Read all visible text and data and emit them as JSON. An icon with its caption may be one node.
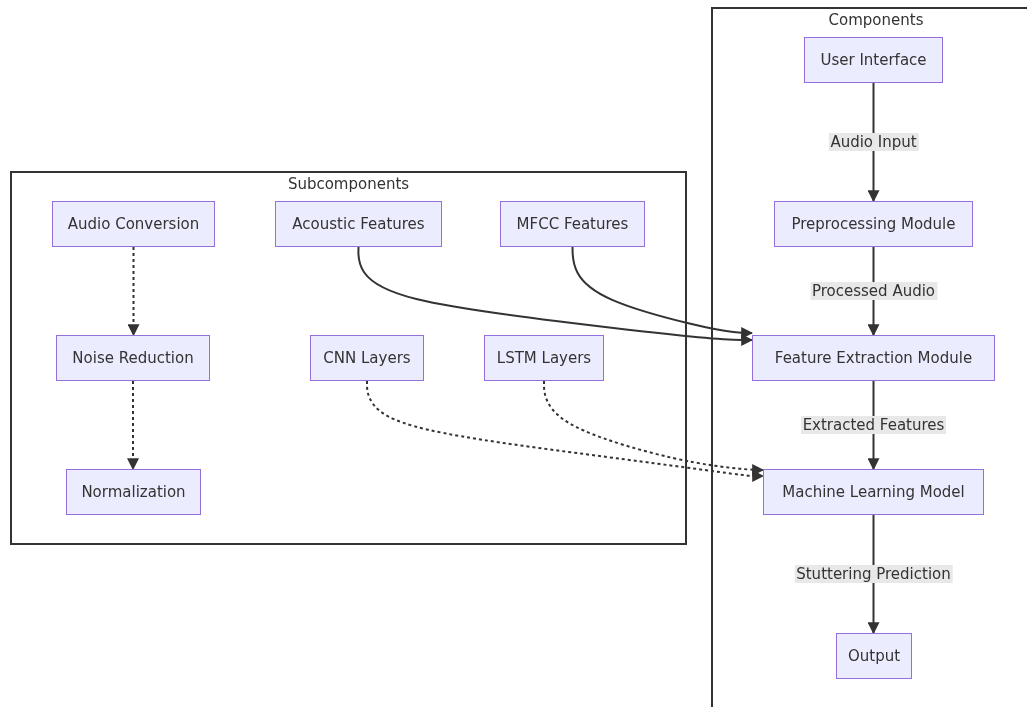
{
  "diagram": {
    "nodes": [
      {
        "text": [
          "Components"
        ]
      },
      {
        "text": [
          "User Interface"
        ],
        "in": 0
      },
      {
        "text": [
          "Preprocessing Module"
        ],
        "in": 0
      },
      {
        "text": [
          "Feature Extraction Module"
        ],
        "in": 0
      },
      {
        "text": [
          "Machine Learning Model"
        ],
        "in": 0
      },
      {
        "text": [
          "Output"
        ],
        "in": 0
      },
      {
        "text": [
          "Subcomponents"
        ]
      },
      {
        "text": [
          "Audio Conversion"
        ],
        "in": 6
      },
      {
        "text": [
          "Acoustic Features"
        ],
        "in": 6
      },
      {
        "text": [
          "MFCC Features"
        ],
        "in": 6
      },
      {
        "text": [
          "Noise Reduction"
        ],
        "in": 6
      },
      {
        "text": [
          "CNN Layers"
        ],
        "in": 6
      },
      {
        "text": [
          "LSTM Layers"
        ],
        "in": 6
      },
      {
        "text": [
          "Normalization"
        ],
        "in": 6
      }
    ],
    "edges": [
      {
        "from": 1,
        "to": 2,
        "arrow": "to",
        "label": "Audio Input"
      },
      {
        "from": 2,
        "to": 3,
        "arrow": "to",
        "label": "Processed Audio"
      },
      {
        "from": 3,
        "to": 4,
        "arrow": "to",
        "label": "Extracted Features"
      },
      {
        "from": 4,
        "to": 5,
        "arrow": "to",
        "label": "Stuttering Prediction"
      },
      {
        "from": 7,
        "to": 10,
        "arrow": "to",
        "style": "dashed"
      },
      {
        "from": 10,
        "to": 13,
        "arrow": "to",
        "style": "dashed"
      },
      {
        "from": 8,
        "to": 3,
        "arrow": "to"
      },
      {
        "from": 9,
        "to": 3,
        "arrow": "to"
      },
      {
        "from": 11,
        "to": 4,
        "arrow": "to",
        "style": "dashed"
      },
      {
        "from": 12,
        "to": 4,
        "arrow": "to",
        "style": "dashed"
      }
    ]
  }
}
